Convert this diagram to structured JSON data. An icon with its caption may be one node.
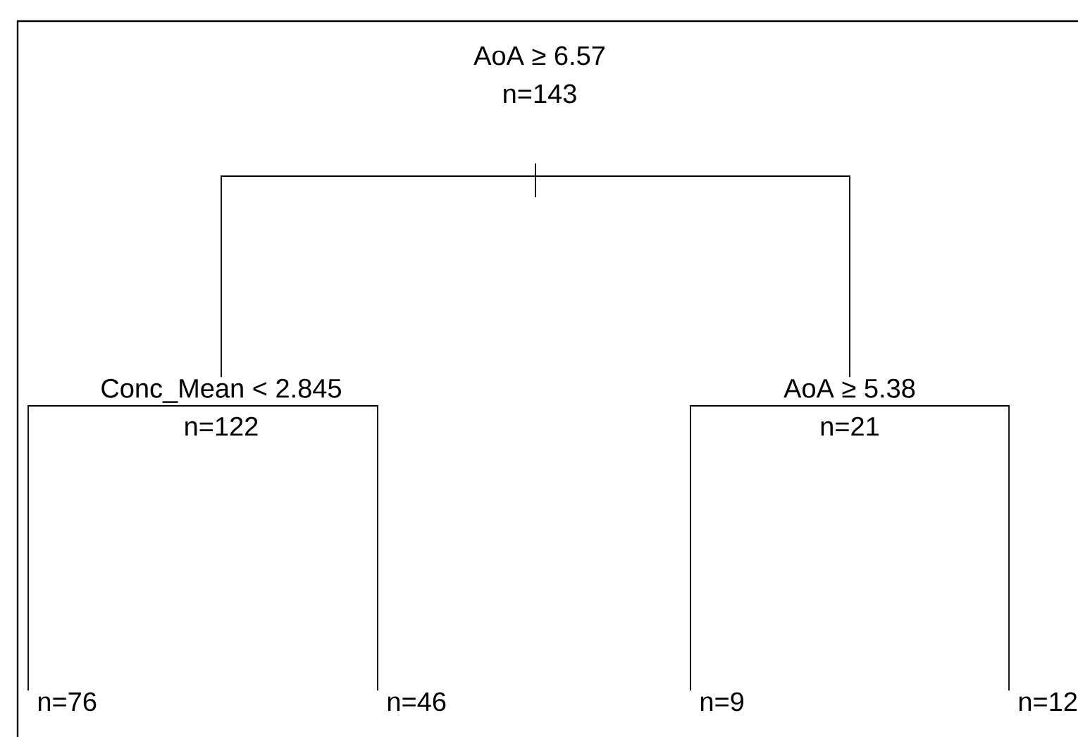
{
  "diagram": {
    "nodes": [
      {
        "text": [
          "AoA ≥ 6.57",
          "n=143"
        ]
      },
      {
        "text": [
          "Conc_Mean < 2.845",
          "n=122"
        ]
      },
      {
        "text": [
          "AoA ≥ 5.38",
          "n=21"
        ]
      },
      {
        "text": [
          "n=76"
        ]
      },
      {
        "text": [
          "n=46"
        ]
      },
      {
        "text": [
          "n=9"
        ]
      },
      {
        "text": [
          "n=12"
        ]
      }
    ],
    "edges": [
      {
        "from": 0,
        "to": 1,
        "arrow": "none"
      },
      {
        "from": 0,
        "to": 2,
        "arrow": "none"
      },
      {
        "from": 1,
        "to": 3,
        "arrow": "none"
      },
      {
        "from": 1,
        "to": 4,
        "arrow": "none"
      },
      {
        "from": 2,
        "to": 5,
        "arrow": "none"
      },
      {
        "from": 2,
        "to": 6,
        "arrow": "none"
      }
    ]
  }
}
